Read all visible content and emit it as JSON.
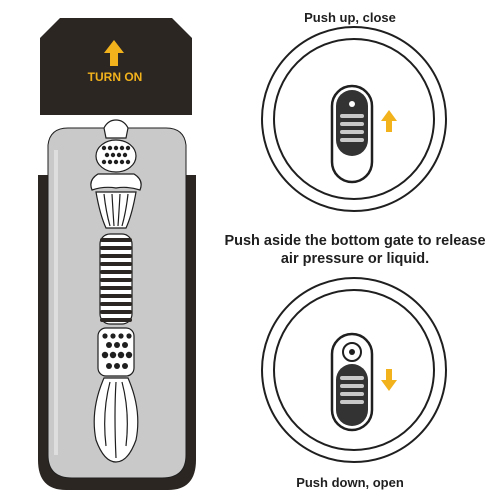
{
  "cap": {
    "label": "TURN ON"
  },
  "top_panel": {
    "caption": "Push up, close"
  },
  "instruction": {
    "text": "Push aside the bottom gate to release air pressure or liquid."
  },
  "bottom_panel": {
    "caption": "Push down, open"
  },
  "colors": {
    "cap": "#2b2622",
    "sleeve": "#c9c9c9",
    "outline": "#1f1f1f",
    "accent_arrow": "#f2b21c",
    "valve_dark": "#333333"
  }
}
